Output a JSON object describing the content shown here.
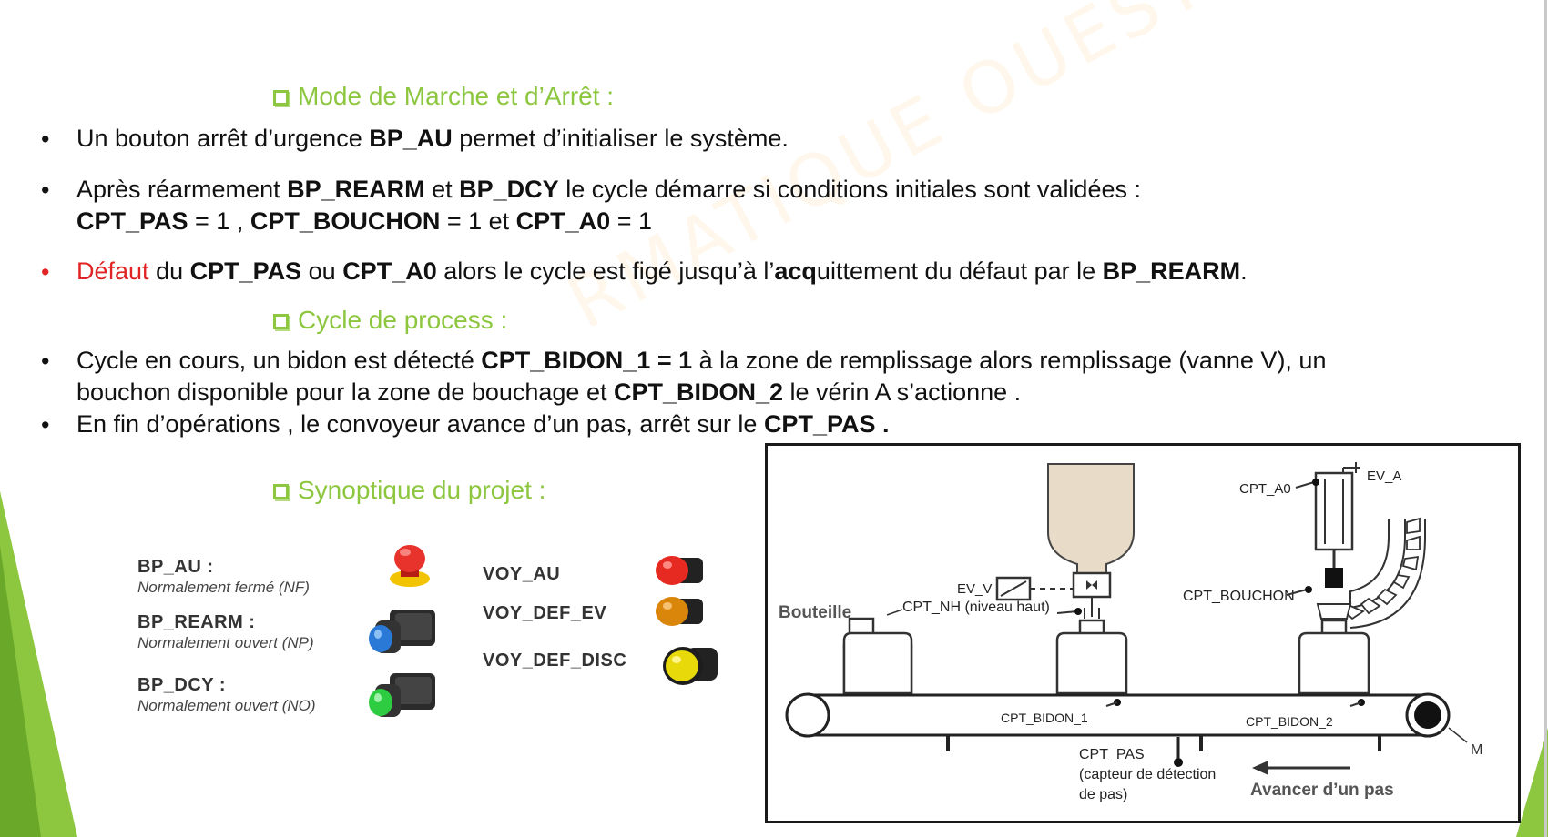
{
  "sections": {
    "mode": "Mode de Marche et d’Arrêt :",
    "cycle": "Cycle de process :",
    "synoptic": "Synoptique du projet :"
  },
  "bullets": {
    "b1": {
      "p1": "Un bouton arrêt d’urgence ",
      "k1": "BP_AU",
      "p2": " permet d’initialiser le système."
    },
    "b2": {
      "p1": "Après réarmement ",
      "k1": "BP_REARM",
      "p2": " et ",
      "k2": "BP_DCY",
      "p3": " le cycle démarre si conditions initiales sont validées :",
      "k3": "CPT_PAS",
      "p4": " = 1 , ",
      "k4": "CPT_BOUCHON",
      "p5": " = 1 et ",
      "k5": "CPT_A0",
      "p6": " = 1"
    },
    "b3": {
      "red": "Défaut",
      "p1": " du ",
      "k1": "CPT_PAS",
      "p2": " ou ",
      "k2": "CPT_A0",
      "p3": " alors le cycle est figé jusqu’à l’",
      "k3": "acq",
      "p4": "uittement du défaut par le ",
      "k4": "BP_REARM",
      "p5": "."
    },
    "b4": {
      "p1": "Cycle en cours, un bidon est détecté ",
      "k1": "CPT_BIDON_1 = 1",
      "p2": " à la zone de remplissage alors remplissage (vanne V), un",
      "p3": "bouchon disponible pour la zone de bouchage et ",
      "k2": "CPT_BIDON_2",
      "p4": " le vérin A s’actionne ."
    },
    "b5": {
      "p1": "En fin d’opérations , le convoyeur avance d’un pas, arrêt sur le ",
      "k1": "CPT_PAS ."
    },
    "bullet_char": "•"
  },
  "watermark": "RMATIQUE OUEST",
  "synoptic": {
    "buttons": [
      {
        "label": "BP_AU :",
        "desc": "Normalement fermé (NF)",
        "color": "#e8322c"
      },
      {
        "label": "BP_REARM :",
        "desc": "Normalement ouvert (NP)",
        "color": "#2a79d6"
      },
      {
        "label": "BP_DCY :",
        "desc": "Normalement ouvert (NO)",
        "color": "#2ecc40"
      }
    ],
    "lights": [
      {
        "label": "VOY_AU",
        "color": "#e62a22"
      },
      {
        "label": "VOY_DEF_EV",
        "color": "#d9860b"
      },
      {
        "label": "VOY_DEF_DISC",
        "color": "#e8d90a"
      }
    ]
  },
  "diagram": {
    "cpt_a0": "CPT_A0",
    "ev_a": "EV_A",
    "ev_v": "EV_V",
    "cpt_bouchon": "CPT_BOUCHON",
    "bouteille": "Bouteille",
    "cpt_nh": "CPT_NH (niveau haut)",
    "cpt_bidon_1": "CPT_BIDON_1",
    "cpt_bidon_2": "CPT_BIDON_2",
    "motor": "M",
    "cpt_pas": "CPT_PAS",
    "cpt_pas_desc1": "(capteur de détection",
    "cpt_pas_desc2": "de pas)",
    "avancer": "Avancer d’un pas"
  },
  "colors": {
    "accent_green": "#8dc63f",
    "alert_red": "#e02424",
    "hopper": "#e8dcc8"
  }
}
